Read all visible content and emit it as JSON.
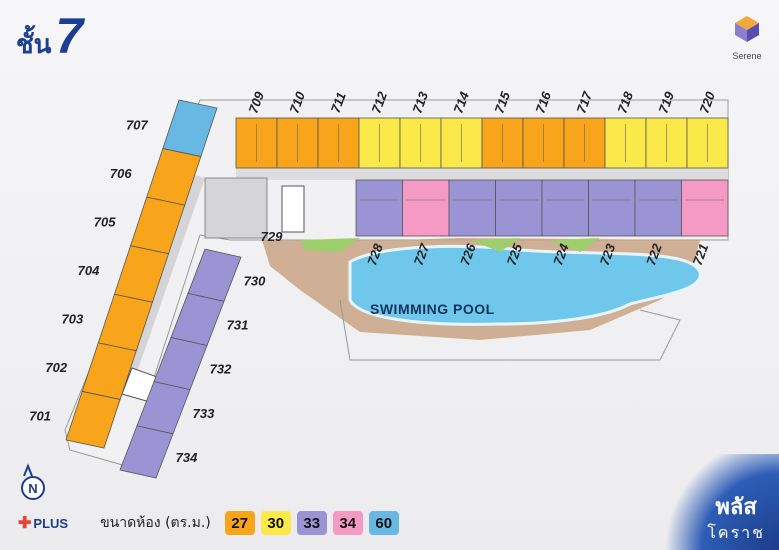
{
  "floor": {
    "prefix": "ชั้น",
    "number": "7"
  },
  "brand": {
    "label": "Serene"
  },
  "colors": {
    "27": "#f8a51b",
    "30": "#fbe94a",
    "33": "#9b94d4",
    "34": "#f59ac4",
    "60": "#68b8e4",
    "pool": "#6fc7ec",
    "deck": "#c9a384",
    "green": "#9fcf6c",
    "corridor": "#d9d9dc"
  },
  "units": {
    "top_row": [
      {
        "id": "709",
        "size": "27"
      },
      {
        "id": "710",
        "size": "27"
      },
      {
        "id": "711",
        "size": "27"
      },
      {
        "id": "712",
        "size": "30"
      },
      {
        "id": "713",
        "size": "30"
      },
      {
        "id": "714",
        "size": "30"
      },
      {
        "id": "715",
        "size": "27"
      },
      {
        "id": "716",
        "size": "27"
      },
      {
        "id": "717",
        "size": "27"
      },
      {
        "id": "718",
        "size": "30"
      },
      {
        "id": "719",
        "size": "30"
      },
      {
        "id": "720",
        "size": "30"
      }
    ],
    "middle_row": [
      {
        "id": "728",
        "size": "33"
      },
      {
        "id": "727",
        "size": "34"
      },
      {
        "id": "726",
        "size": "33"
      },
      {
        "id": "725",
        "size": "33"
      },
      {
        "id": "724",
        "size": "33"
      },
      {
        "id": "723",
        "size": "33"
      },
      {
        "id": "722",
        "size": "33"
      },
      {
        "id": "721",
        "size": "34"
      }
    ],
    "left_outer": [
      {
        "id": "707",
        "size": "60"
      },
      {
        "id": "706",
        "size": "27"
      },
      {
        "id": "705",
        "size": "27"
      },
      {
        "id": "704",
        "size": "27"
      },
      {
        "id": "703",
        "size": "27"
      },
      {
        "id": "702",
        "size": "27"
      },
      {
        "id": "701",
        "size": "27"
      }
    ],
    "left_inner": [
      {
        "id": "729",
        "size": "33"
      },
      {
        "id": "730",
        "size": "33"
      },
      {
        "id": "731",
        "size": "33"
      },
      {
        "id": "732",
        "size": "33"
      },
      {
        "id": "733",
        "size": "33"
      },
      {
        "id": "734",
        "size": "33"
      }
    ]
  },
  "pool": {
    "label": "SWIMMING POOL"
  },
  "north": {
    "label": "N"
  },
  "legend": {
    "plus_label": "PLUS",
    "caption": "ขนาดห้อง (ตร.ม.)",
    "sizes": [
      "27",
      "30",
      "33",
      "34",
      "60"
    ]
  },
  "project": {
    "line1": "พลัส",
    "line2": "โคราช"
  }
}
